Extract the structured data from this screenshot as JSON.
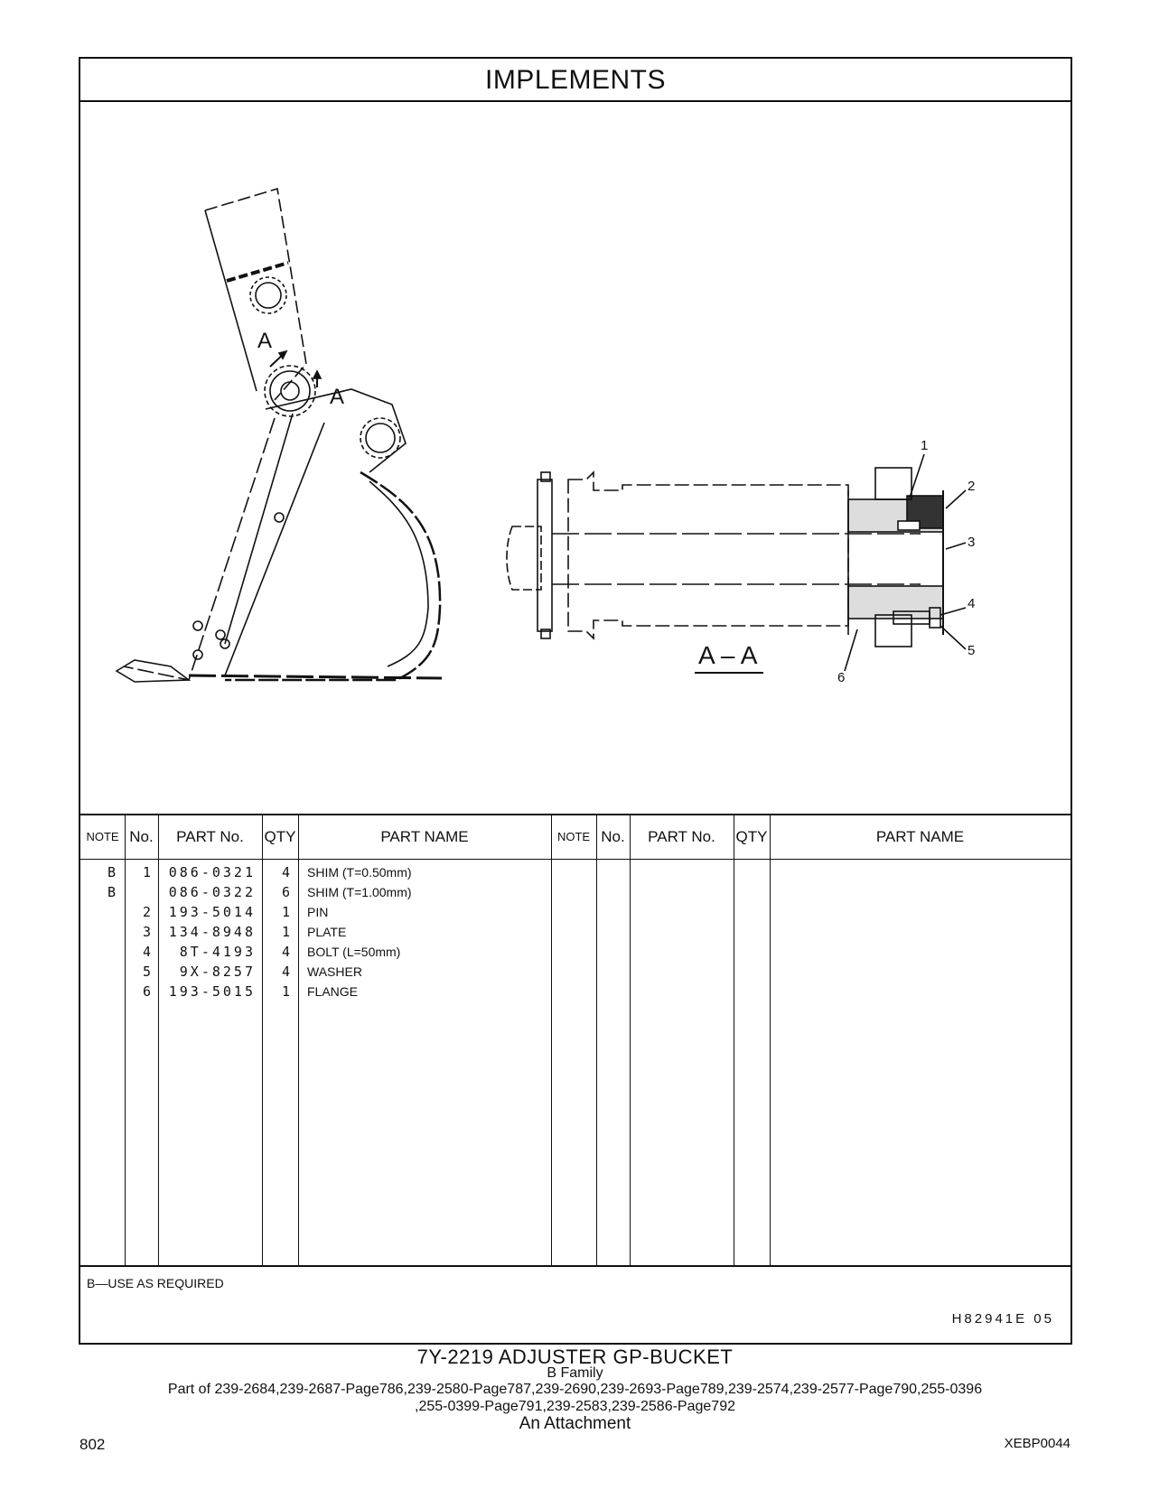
{
  "section_title": "IMPLEMENTS",
  "figure": {
    "section_marker": "A",
    "section_view_label": "A – A",
    "callouts": [
      "1",
      "2",
      "3",
      "4",
      "5",
      "6"
    ]
  },
  "table": {
    "headers": {
      "note": "NOTE",
      "no": "No.",
      "part_no": "PART No.",
      "qty": "QTY",
      "part_name": "PART NAME"
    },
    "rows": [
      {
        "note": "B",
        "no": "1",
        "part_no": "086-0321",
        "qty": "4",
        "part_name": "SHIM (T=0.50mm)"
      },
      {
        "note": "B",
        "no": "",
        "part_no": "086-0322",
        "qty": "6",
        "part_name": "SHIM (T=1.00mm)"
      },
      {
        "note": "",
        "no": "2",
        "part_no": "193-5014",
        "qty": "1",
        "part_name": "PIN"
      },
      {
        "note": "",
        "no": "3",
        "part_no": "134-8948",
        "qty": "1",
        "part_name": "PLATE"
      },
      {
        "note": "",
        "no": "4",
        "part_no": "8T-4193",
        "qty": "4",
        "part_name": "BOLT (L=50mm)"
      },
      {
        "note": "",
        "no": "5",
        "part_no": "9X-8257",
        "qty": "4",
        "part_name": "WASHER"
      },
      {
        "note": "",
        "no": "6",
        "part_no": "193-5015",
        "qty": "1",
        "part_name": "FLANGE"
      }
    ]
  },
  "footnote": "B—USE AS REQUIRED",
  "drawing_number": "H82941E   05",
  "caption": {
    "title": "7Y-2219  ADJUSTER  GP-BUCKET",
    "family": "B  Family",
    "part_of_line1": "Part of 239-2684,239-2687-Page786,239-2580-Page787,239-2690,239-2693-Page789,239-2574,239-2577-Page790,255-0396",
    "part_of_line2": ",255-0399-Page791,239-2583,239-2586-Page792",
    "attachment": "An Attachment"
  },
  "page_number": "802",
  "doc_code": "XEBP0044"
}
